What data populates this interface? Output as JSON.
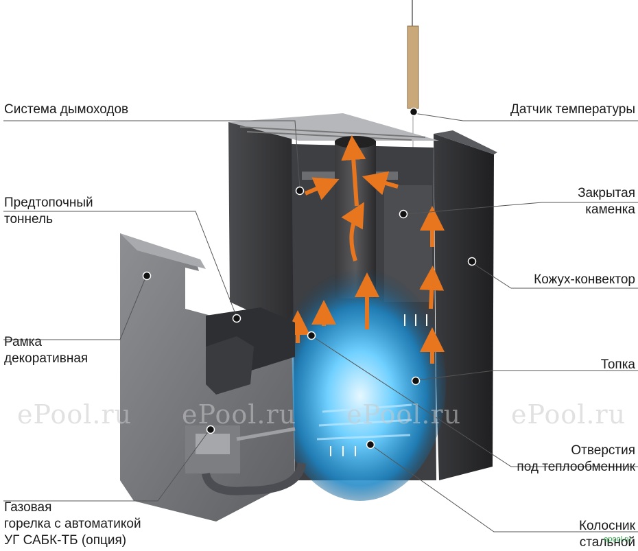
{
  "labels": {
    "chimney": "Система дымоходов",
    "sensor": "Датчик  температуры",
    "tunnel": [
      "Предтопочный",
      "тоннель"
    ],
    "stones": [
      "Закрытая",
      "каменка"
    ],
    "casing": "Кожух-конвектор",
    "frame": [
      "Рамка",
      "декоративная"
    ],
    "firebox": "Топка",
    "holes": [
      "Отверстия",
      "под теплообменник"
    ],
    "burner": [
      "Газовая",
      "горелка с автоматикой",
      "УГ САБК-ТБ (опция)"
    ],
    "grate": [
      "Колосник",
      "стальной"
    ]
  },
  "watermark": "ePool.ru",
  "corner_mark": "epool.ru",
  "colors": {
    "flame": "#e8761e",
    "glow": "#3fb6ee",
    "steel_dark": "#2e2e30",
    "steel_mid": "#6b6d70",
    "line": "#555555"
  }
}
